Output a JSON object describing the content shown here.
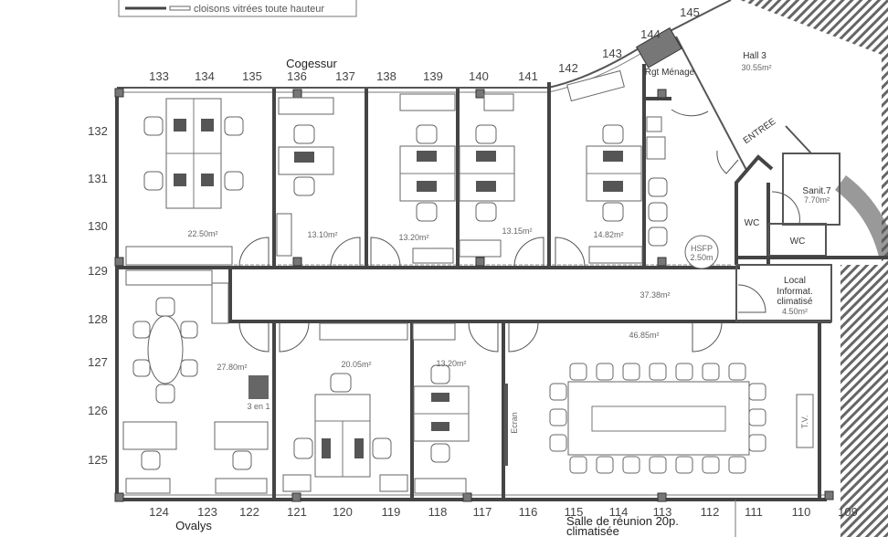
{
  "legend": {
    "text": "cloisons vitrées toute hauteur"
  },
  "companies": {
    "top": "Cogessur",
    "bottom_left": "Ovalys"
  },
  "top_numbers": [
    "133",
    "134",
    "135",
    "136",
    "137",
    "138",
    "139",
    "140",
    "141",
    "142",
    "143",
    "144",
    "145"
  ],
  "bottom_numbers": [
    "124",
    "123",
    "122",
    "121",
    "120",
    "119",
    "118",
    "117",
    "116",
    "115",
    "114",
    "113",
    "112",
    "111",
    "110",
    "109"
  ],
  "left_numbers": [
    "132",
    "131",
    "130",
    "129",
    "128",
    "127",
    "126",
    "125"
  ],
  "areas": {
    "r1": "22.50m²",
    "r2": "13.10m²",
    "r3": "13.20m²",
    "r4": "13.15m²",
    "r5": "14.82m²",
    "corridor": "37.38m²",
    "hall_south": "46.85m²",
    "r6": "27.80m²",
    "r7": "20.05m²",
    "r8": "13.20m²"
  },
  "rooms": {
    "hall3_name": "Hall 3",
    "hall3_area": "30.55m²",
    "rgt": "Rgt Ménage",
    "entree": "ENTREE",
    "sanit_name": "Sanit.7",
    "sanit_area": "7.70m²",
    "wc1": "WC",
    "wc2": "WC",
    "local_l1": "Local",
    "local_l2": "Informat.",
    "local_l3": "climatisé",
    "local_area": "4.50m²",
    "hsfp_l1": "HSFP",
    "hsfp_l2": "2.50m",
    "ecran": "Ecran",
    "tv": "T.V.",
    "three_in_one": "3 en 1",
    "salle_l1": "Salle de réunion 20p.",
    "salle_l2": "climatisée"
  },
  "colors": {
    "wall": "#444444",
    "hatch": "#555555",
    "background": "#ffffff"
  }
}
